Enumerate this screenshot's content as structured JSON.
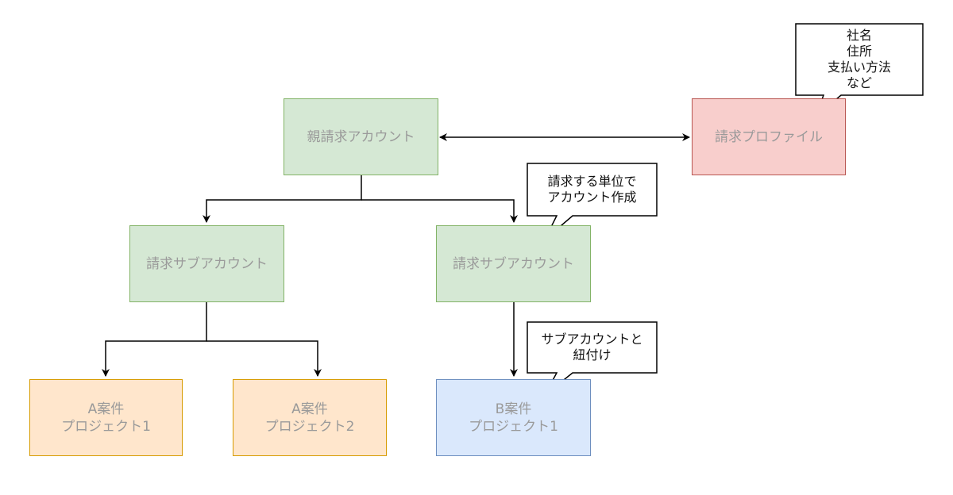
{
  "nodes": {
    "parent_account": "親請求アカウント",
    "billing_profile": "請求プロファイル",
    "sub_account_left": "請求サブアカウント",
    "sub_account_right": "請求サブアカウント",
    "project_a1": "A案件\nプロジェクト1",
    "project_a2": "A案件\nプロジェクト2",
    "project_b1": "B案件\nプロジェクト1"
  },
  "callouts": {
    "profile_note": "社名\n住所\n支払い方法\nなど",
    "account_unit_note": "請求する単位で\nアカウント作成",
    "link_note": "サブアカウントと\n紐付け"
  },
  "colors": {
    "green_fill": "#d5e8d4",
    "green_stroke": "#82b366",
    "red_fill": "#f8cecc",
    "red_stroke": "#b85450",
    "orange_fill": "#ffe6cc",
    "orange_stroke": "#d79b00",
    "blue_fill": "#dae8fc",
    "blue_stroke": "#6c8ebf"
  }
}
